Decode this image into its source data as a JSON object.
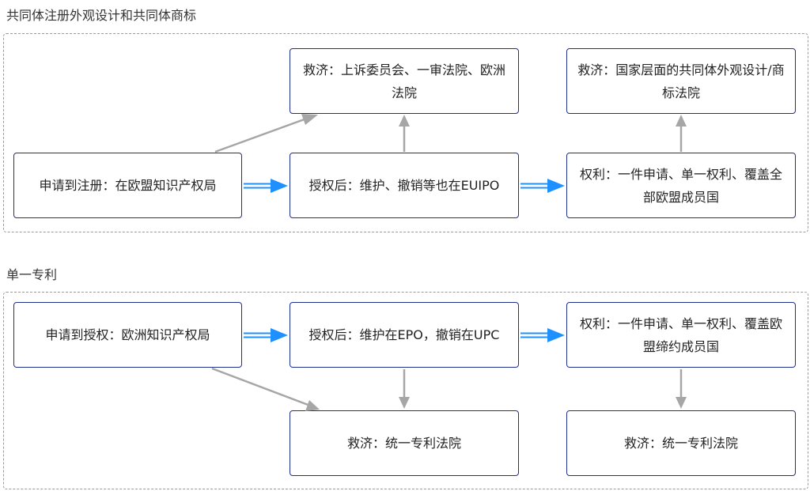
{
  "sections": [
    {
      "title": "共同体注册外观设计和共同体商标",
      "nodes": {
        "apply": "申请到注册：在欧盟知识产权局",
        "post_grant": "授权后：维护、撤销等也在EUIPO",
        "rights": "权利：一件申请、单一权利、覆盖全部欧盟成员国",
        "remedy_appeal": "救济：上诉委员会、一审法院、欧洲法院",
        "remedy_national": "救济：国家层面的共同体外观设计/商标法院"
      }
    },
    {
      "title": "单一专利",
      "nodes": {
        "apply": "申请到授权：欧洲知识产权局",
        "post_grant": "授权后：维护在EPO，撤销在UPC",
        "rights": "权利：一件申请、单一权利、覆盖欧盟缔约成员国",
        "remedy_upc_1": "救济：统一专利法院",
        "remedy_upc_2": "救济：统一专利法院"
      }
    }
  ],
  "colors": {
    "node_border": "#1f2f8c",
    "blue_arrow": "#1e90ff",
    "gray_arrow": "#a6a6a6",
    "group_border": "#9a9a9a"
  }
}
